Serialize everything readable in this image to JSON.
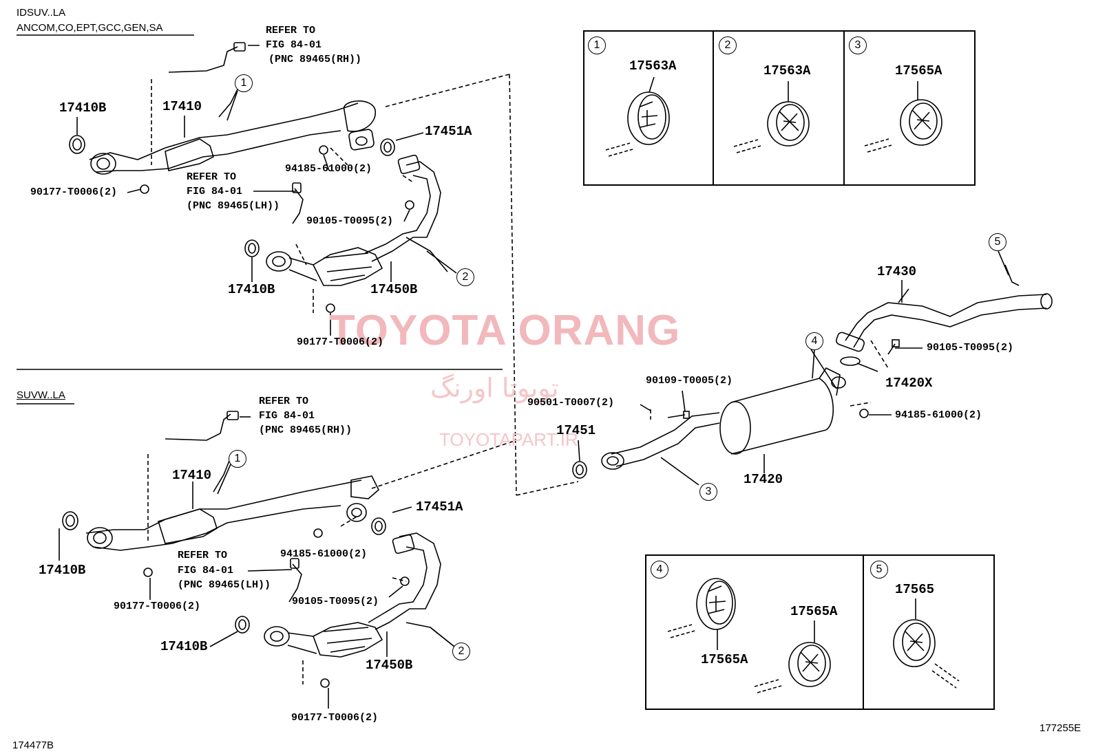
{
  "headers": {
    "top_variant": "IDSUV..LA",
    "top_region": "ANCOM,CO,EPT,GCC,GEN,SA",
    "bottom_variant": "SUVW..LA"
  },
  "refer": {
    "top_rh": [
      "REFER TO",
      "FIG 84-01",
      "(PNC 89465(RH))"
    ],
    "top_lh": [
      "REFER TO",
      "FIG 84-01",
      "(PNC 89465(LH))"
    ],
    "bot_rh": [
      "REFER TO",
      "FIG 84-01",
      "(PNC 89465(RH))"
    ],
    "bot_lh": [
      "REFER TO",
      "FIG 84-01",
      "(PNC 89465(LH))"
    ]
  },
  "parts": {
    "p17410B": "17410B",
    "p17410": "17410",
    "p17451A": "17451A",
    "p17450B": "17450B",
    "p17451": "17451",
    "p17430": "17430",
    "p17420X": "17420X",
    "p17420": "17420",
    "p17563A": "17563A",
    "p17565A": "17565A",
    "p17565": "17565",
    "n90177": "90177-T0006(2)",
    "n94185": "94185-61000(2)",
    "n90105": "90105-T0095(2)",
    "n90109": "90109-T0005(2)",
    "n90501": "90501-T0007(2)"
  },
  "callouts": [
    "1",
    "2",
    "3",
    "4",
    "5"
  ],
  "watermark": {
    "brand": "TOYOTA ORANG",
    "persian": "تویوتا اورنگ",
    "site": "TOYOTAPART.IR",
    "color": "#f2b8bc"
  },
  "footer": {
    "left_code": "174477B",
    "right_code": "177255E"
  }
}
